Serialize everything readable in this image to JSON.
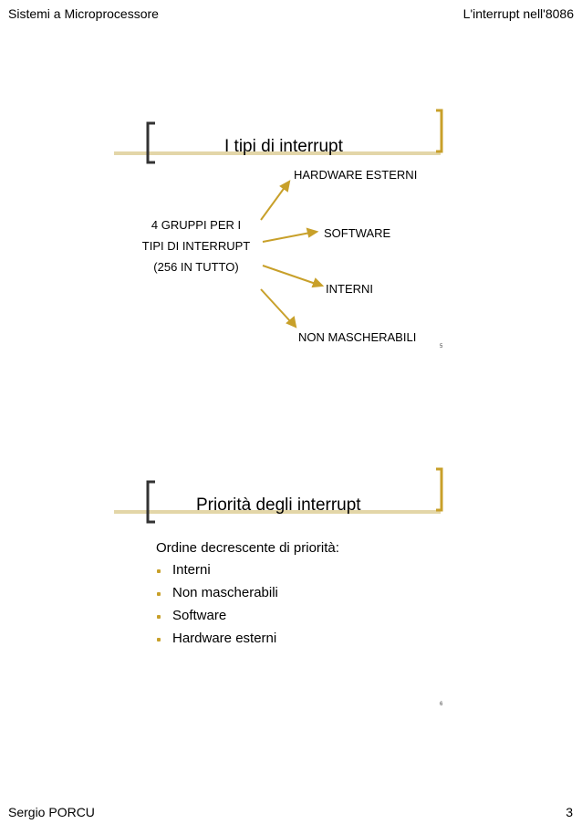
{
  "header": {
    "left": "Sistemi a Microprocessore",
    "right": "L'interrupt nell'8086"
  },
  "slide1": {
    "title": "I tipi di interrupt",
    "source_lines": [
      "4 GRUPPI PER I",
      "TIPI DI INTERRUPT",
      "(256 IN TUTTO)"
    ],
    "targets": [
      "HARDWARE ESTERNI",
      "SOFTWARE",
      "INTERNI",
      "NON MASCHERABILI"
    ],
    "page_number": "5"
  },
  "slide2": {
    "title": "Priorità degli interrupt",
    "intro": "Ordine decrescente di priorità:",
    "items": [
      "Interni",
      "Non mascherabili",
      "Software",
      "Hardware esterni"
    ],
    "page_number": "6"
  },
  "footer": {
    "author": "Sergio PORCU",
    "page": "3"
  },
  "colors": {
    "accent": "#c8a02a",
    "accent_light": "#e3d6a8",
    "bracket_dark": "#333333"
  }
}
